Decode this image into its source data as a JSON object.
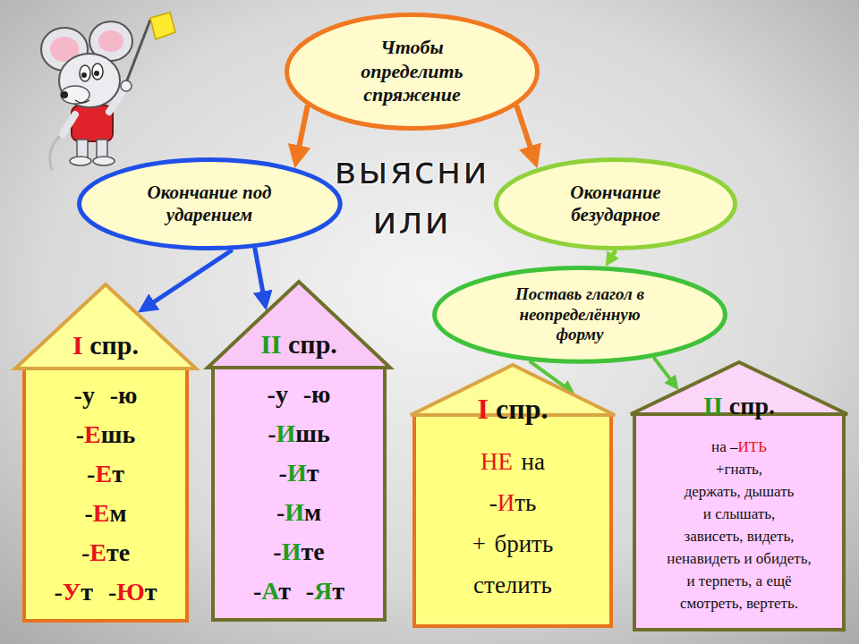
{
  "diagram": {
    "nodes": [
      {
        "text": [
          "Чтобы определить спряжение"
        ]
      },
      {
        "text": [
          "Окончание под ударением"
        ]
      },
      {
        "text": [
          "Окончание безударное"
        ]
      },
      {
        "text": [
          "I спр.",
          "-у -ю -Ешь -Ет -Ем -Ете -Ут -Ют"
        ]
      },
      {
        "text": [
          "II спр.",
          "-у -ю -Ишь -Ит -Им -Ите -Ат -Ят"
        ]
      },
      {
        "text": [
          "Поставь глагол в неопределённую форму"
        ]
      },
      {
        "text": [
          "I спр.",
          "НЕ на -Ить + брить стелить"
        ]
      },
      {
        "text": [
          "II спр.",
          "на –ИТЬ +гнать, держать, дышать и слышать, зависеть, видеть, ненавидеть и обидеть, и терпеть, а ещё смотреть, вертеть."
        ]
      }
    ],
    "edges": [
      {
        "from": 0,
        "to": 1,
        "arrow": "to"
      },
      {
        "from": 0,
        "to": 2,
        "arrow": "to"
      },
      {
        "from": 1,
        "to": 3,
        "arrow": "to"
      },
      {
        "from": 1,
        "to": 4,
        "arrow": "to"
      },
      {
        "from": 2,
        "to": 5,
        "arrow": "to"
      },
      {
        "from": 5,
        "to": 6,
        "arrow": "to"
      },
      {
        "from": 5,
        "to": 7,
        "arrow": "to"
      }
    ],
    "labels": [
      "выясни",
      "или"
    ]
  }
}
